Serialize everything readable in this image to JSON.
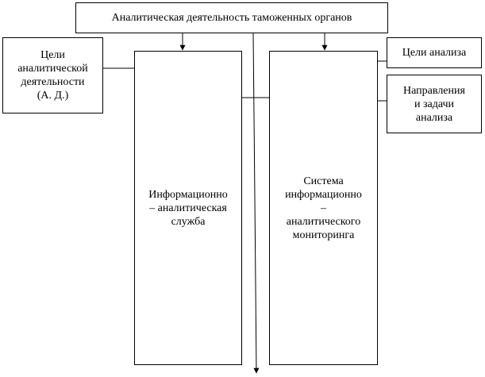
{
  "diagram": {
    "top": {
      "label": "Аналитическая деятельность таможенных органов"
    },
    "goals_ad": {
      "lines": [
        "Цели",
        "аналитической",
        "деятельности",
        "(А. Д.)"
      ]
    },
    "service": {
      "lines": [
        "Информационно",
        "– аналитическая",
        "служба"
      ]
    },
    "monitoring": {
      "lines": [
        "Система",
        "информационно",
        "–",
        "аналитического",
        "мониторинга"
      ]
    },
    "analysis_goals": {
      "label": "Цели анализа"
    },
    "directions": {
      "lines": [
        "Направления",
        "и задачи",
        "анализа"
      ]
    }
  },
  "colors": {
    "line": "#000000",
    "background": "#ffffff"
  }
}
